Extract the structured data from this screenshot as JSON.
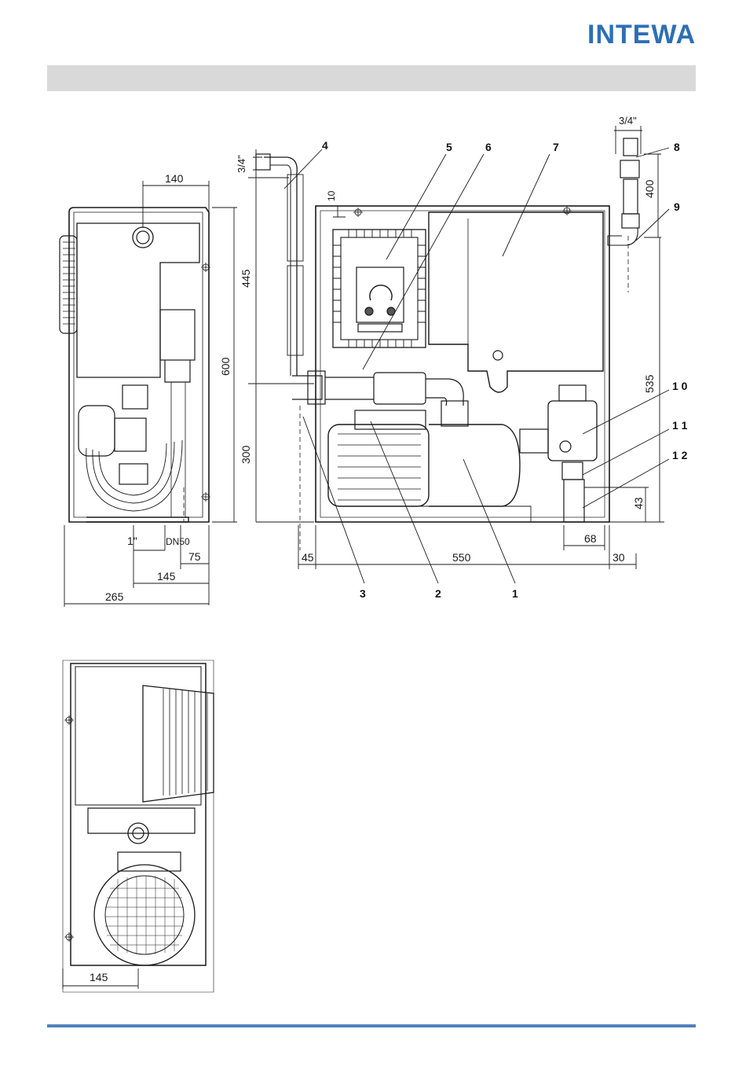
{
  "brand": {
    "logo_text": "INTEWA",
    "accent_color": "#2e6fb4"
  },
  "colors": {
    "header_band": "#d9d9d9",
    "footer_rule": "#4f81bd",
    "line": "#1a1a1a"
  },
  "front_view": {
    "callouts": [
      "1",
      "2",
      "3",
      "4",
      "5",
      "6",
      "7",
      "8",
      "9",
      "1 0",
      "1 1",
      "1 2"
    ],
    "dimensions": {
      "inlet_thread_left": "3/4\"",
      "inlet_thread_right": "3/4\"",
      "top_margin": "10",
      "hose_length_left": "445",
      "hose_length_right": "400",
      "height_to_outlet": "535",
      "height_total_front": "300",
      "overflow_height": "43",
      "width_main": "550",
      "offset_left": "45",
      "offset_right": "30",
      "outlet_offset": "68"
    }
  },
  "side_view": {
    "dimensions": {
      "top_width": "140",
      "height": "600",
      "thread": "1\"",
      "drain": "DN50",
      "offset_75": "75",
      "offset_145": "145",
      "depth": "265"
    }
  },
  "rear_view": {
    "dimensions": {
      "offset": "145"
    }
  }
}
